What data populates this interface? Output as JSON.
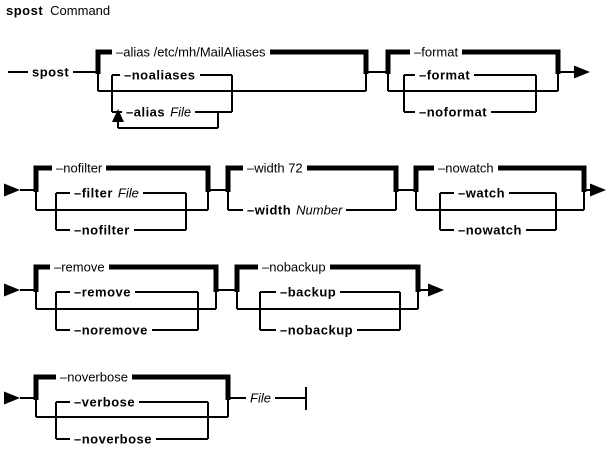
{
  "title": {
    "command": "spost",
    "suffix": "Command"
  },
  "diagram": {
    "start_label": "spost",
    "alias": {
      "default": "–alias /etc/mh/MailAliases",
      "noaliases": "–noaliases",
      "alias_flag": "–alias",
      "alias_param": "File"
    },
    "format": {
      "default": "–format",
      "on": "–format",
      "off": "–noformat"
    },
    "filter": {
      "default": "–nofilter",
      "flag": "–filter",
      "param": "File",
      "off": "–nofilter"
    },
    "width": {
      "default": "–width 72",
      "flag": "–width",
      "param": "Number"
    },
    "watch": {
      "default": "–nowatch",
      "on": "–watch",
      "off": "–nowatch"
    },
    "remove": {
      "default": "–remove",
      "on": "–remove",
      "off": "–noremove"
    },
    "backup": {
      "default": "–nobackup",
      "on": "–backup",
      "off": "–nobackup"
    },
    "verbose": {
      "default": "–noverbose",
      "on": "–verbose",
      "off": "–noverbose"
    },
    "terminal_param": "File"
  },
  "colors": {
    "line": "#000000",
    "background": "#ffffff"
  }
}
